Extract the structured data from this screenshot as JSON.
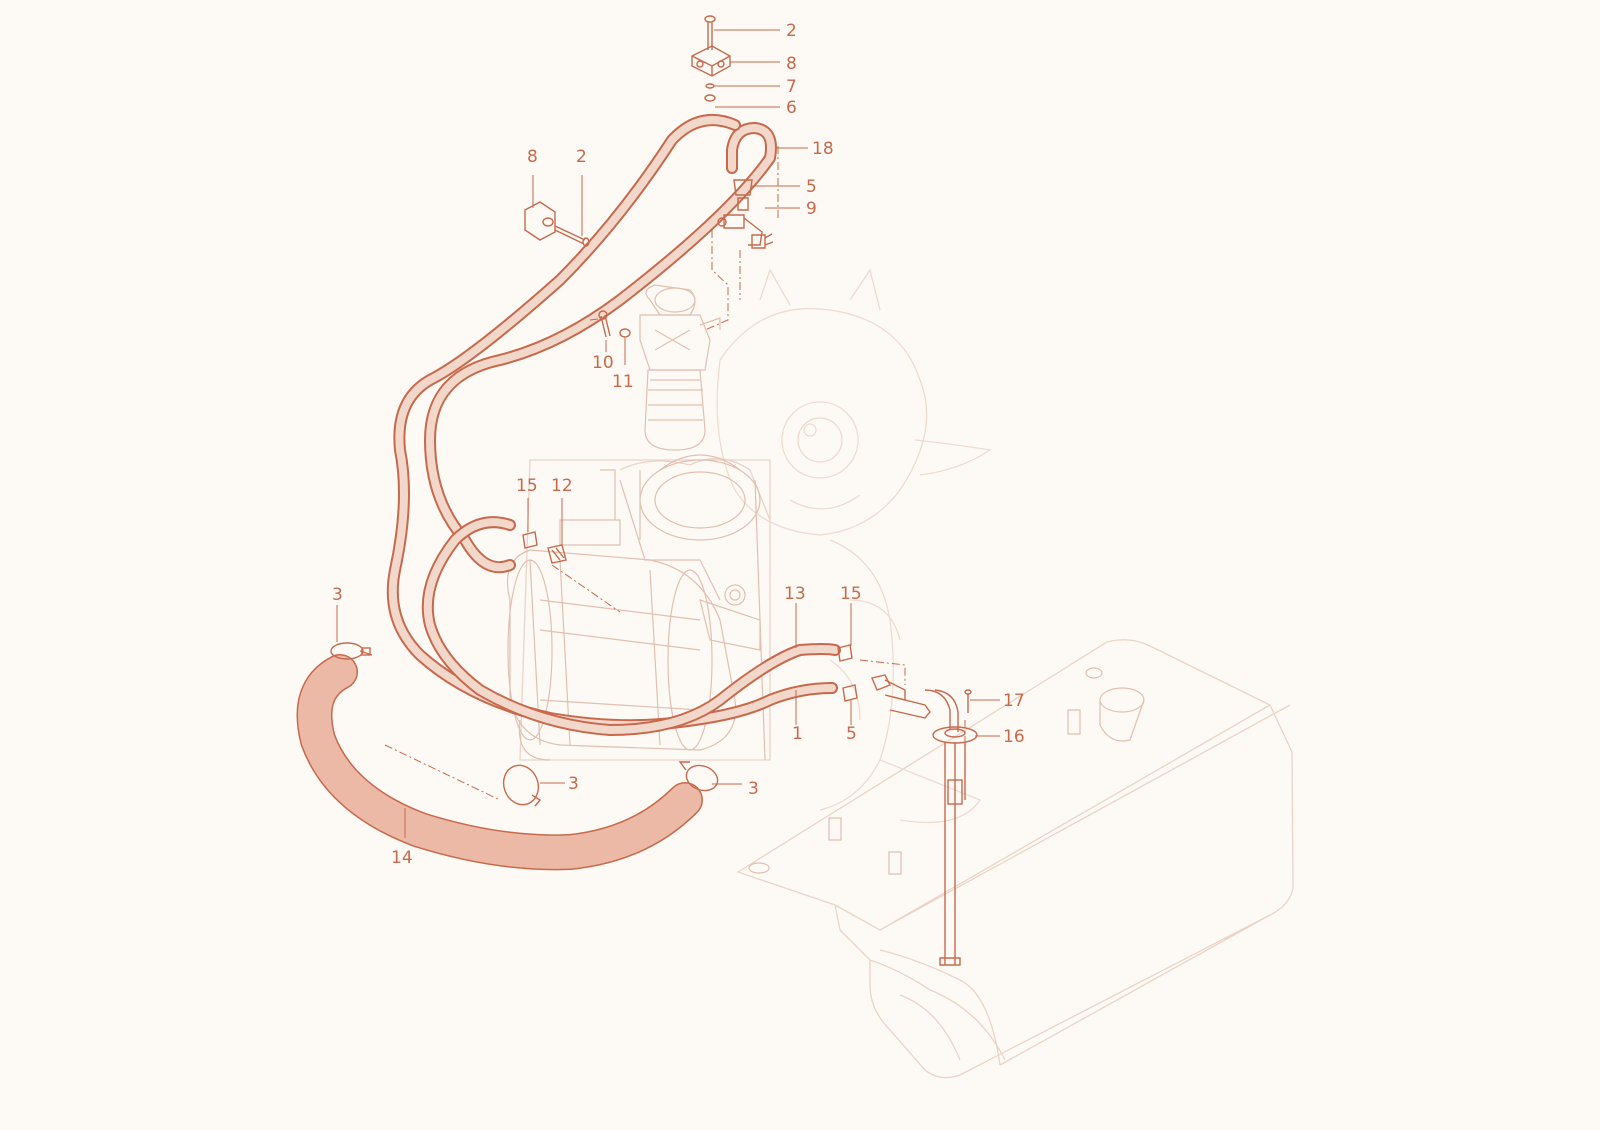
{
  "diagram": {
    "colors": {
      "ink": "#c8694c",
      "hose_fill": "#ebb9a6",
      "faint": "#ecd3c8",
      "background": "#fdfaf6"
    },
    "callouts": [
      {
        "id": "c2a",
        "label": "2"
      },
      {
        "id": "c8a",
        "label": "8"
      },
      {
        "id": "c7",
        "label": "7"
      },
      {
        "id": "c6",
        "label": "6"
      },
      {
        "id": "c18",
        "label": "18"
      },
      {
        "id": "c5a",
        "label": "5"
      },
      {
        "id": "c9",
        "label": "9"
      },
      {
        "id": "c8b",
        "label": "8"
      },
      {
        "id": "c2b",
        "label": "2"
      },
      {
        "id": "c10",
        "label": "10"
      },
      {
        "id": "c11",
        "label": "11"
      },
      {
        "id": "c15a",
        "label": "15"
      },
      {
        "id": "c12",
        "label": "12"
      },
      {
        "id": "c3a",
        "label": "3"
      },
      {
        "id": "c13",
        "label": "13"
      },
      {
        "id": "c15b",
        "label": "15"
      },
      {
        "id": "c17",
        "label": "17"
      },
      {
        "id": "c1",
        "label": "1"
      },
      {
        "id": "c5b",
        "label": "5"
      },
      {
        "id": "c16",
        "label": "16"
      },
      {
        "id": "c3b",
        "label": "3"
      },
      {
        "id": "c3c",
        "label": "3"
      },
      {
        "id": "c14",
        "label": "14"
      }
    ]
  }
}
